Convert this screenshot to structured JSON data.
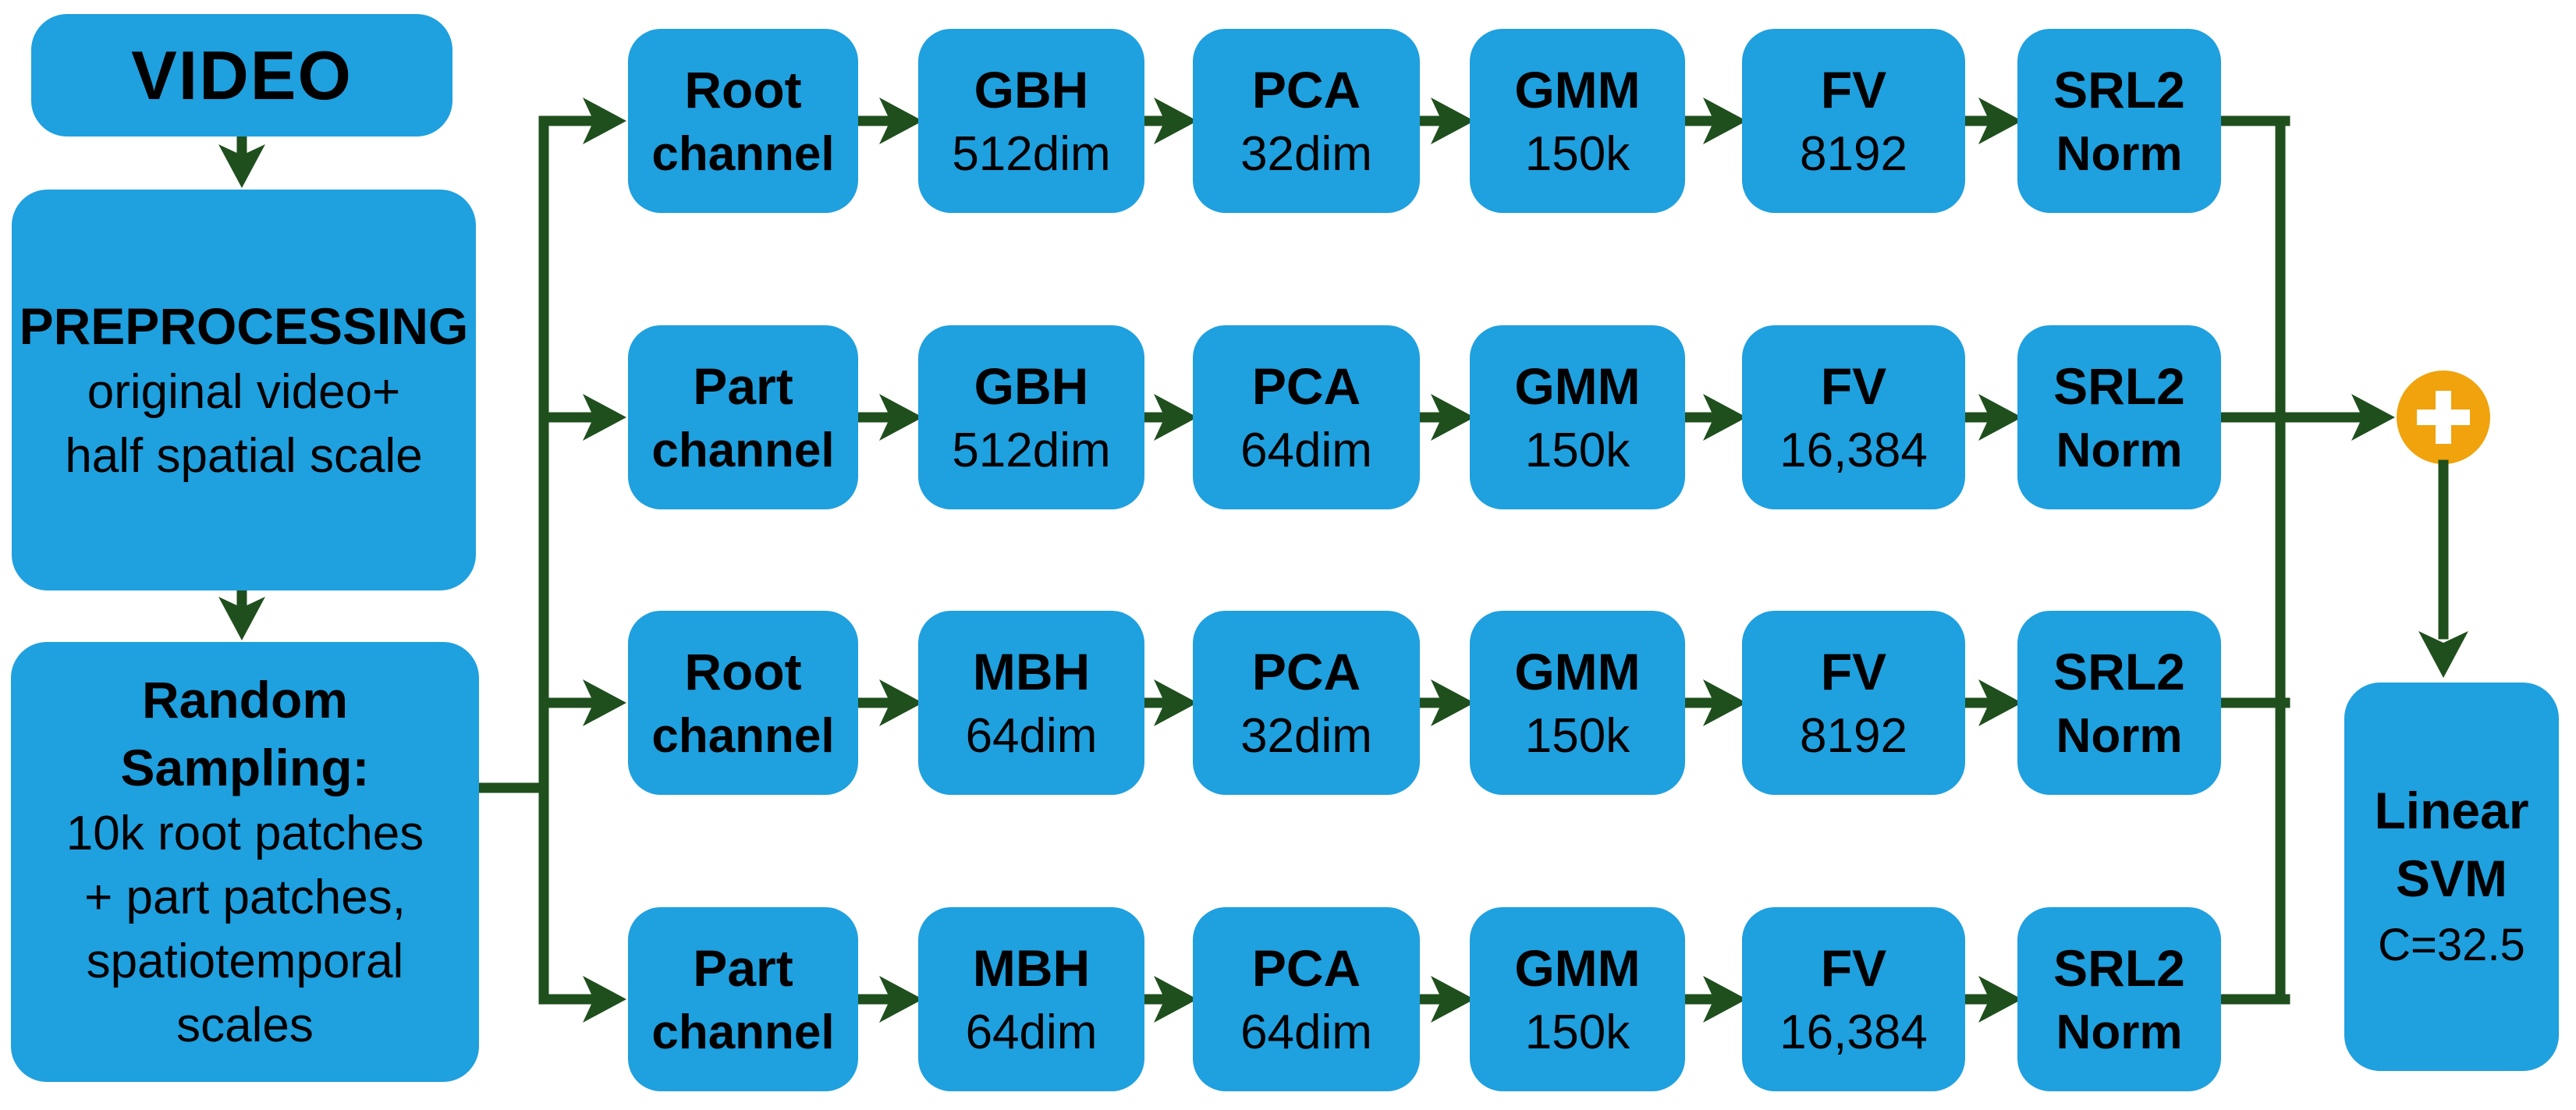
{
  "colors": {
    "box-blue": "#1FA0DF",
    "arrow-green": "#1F4F1D",
    "plus-orange": "#F0A30D",
    "text-black": "#000000"
  },
  "left_column": {
    "video": {
      "title": "VIDEO"
    },
    "preprocessing": {
      "title": "PREPROCESSING",
      "lines": [
        "original video+",
        "half spatial scale"
      ]
    },
    "random_sampling": {
      "title_lines": [
        "Random",
        "Sampling:"
      ],
      "lines": [
        "10k root patches",
        "+ part patches,",
        "spatiotemporal",
        "scales"
      ]
    }
  },
  "rows": [
    {
      "channel": {
        "line1": "Root",
        "line2": "channel"
      },
      "descriptor": {
        "line1": "GBH",
        "line2": "512dim"
      },
      "pca": {
        "line1": "PCA",
        "line2": "32dim"
      },
      "gmm": {
        "line1": "GMM",
        "line2": "150k"
      },
      "fv": {
        "line1": "FV",
        "line2": "8192"
      },
      "norm": {
        "line1": "SRL2",
        "line2": "Norm"
      }
    },
    {
      "channel": {
        "line1": "Part",
        "line2": "channel"
      },
      "descriptor": {
        "line1": "GBH",
        "line2": "512dim"
      },
      "pca": {
        "line1": "PCA",
        "line2": "64dim"
      },
      "gmm": {
        "line1": "GMM",
        "line2": "150k"
      },
      "fv": {
        "line1": "FV",
        "line2": "16,384"
      },
      "norm": {
        "line1": "SRL2",
        "line2": "Norm"
      }
    },
    {
      "channel": {
        "line1": "Root",
        "line2": "channel"
      },
      "descriptor": {
        "line1": "MBH",
        "line2": "64dim"
      },
      "pca": {
        "line1": "PCA",
        "line2": "32dim"
      },
      "gmm": {
        "line1": "GMM",
        "line2": "150k"
      },
      "fv": {
        "line1": "FV",
        "line2": "8192"
      },
      "norm": {
        "line1": "SRL2",
        "line2": "Norm"
      }
    },
    {
      "channel": {
        "line1": "Part",
        "line2": "channel"
      },
      "descriptor": {
        "line1": "MBH",
        "line2": "64dim"
      },
      "pca": {
        "line1": "PCA",
        "line2": "64dim"
      },
      "gmm": {
        "line1": "GMM",
        "line2": "150k"
      },
      "fv": {
        "line1": "FV",
        "line2": "16,384"
      },
      "norm": {
        "line1": "SRL2",
        "line2": "Norm"
      }
    }
  ],
  "merge": {
    "symbol": "+"
  },
  "classifier": {
    "title_lines": [
      "Linear",
      "SVM"
    ],
    "param": "C=32.5"
  }
}
